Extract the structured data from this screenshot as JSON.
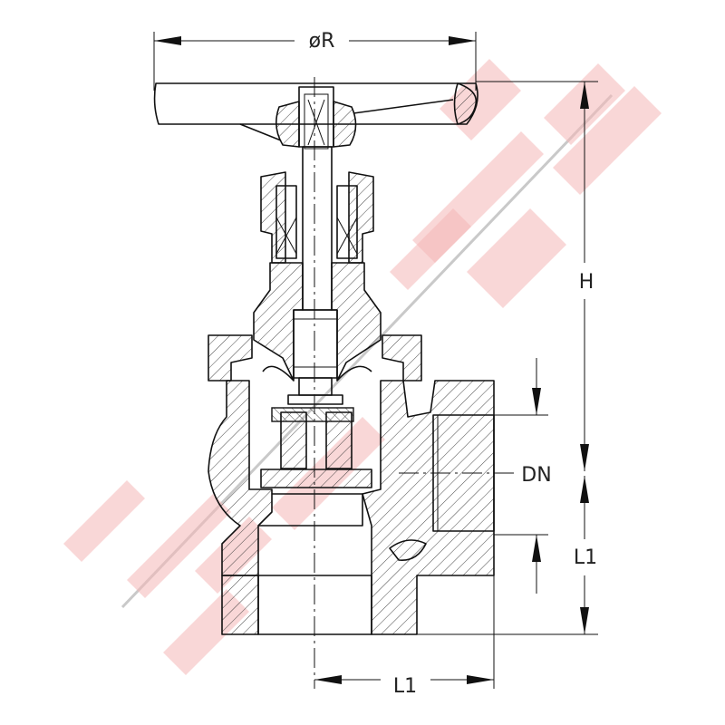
{
  "drawing": {
    "dimensions": {
      "diameter_label": "øR",
      "height_label": "H",
      "nominal_diameter_label": "DN",
      "side_length_label": "L1",
      "bottom_length_label": "L1"
    },
    "colors": {
      "line": "#111111",
      "watermark": "#f4b7b7",
      "background": "#ffffff"
    }
  }
}
